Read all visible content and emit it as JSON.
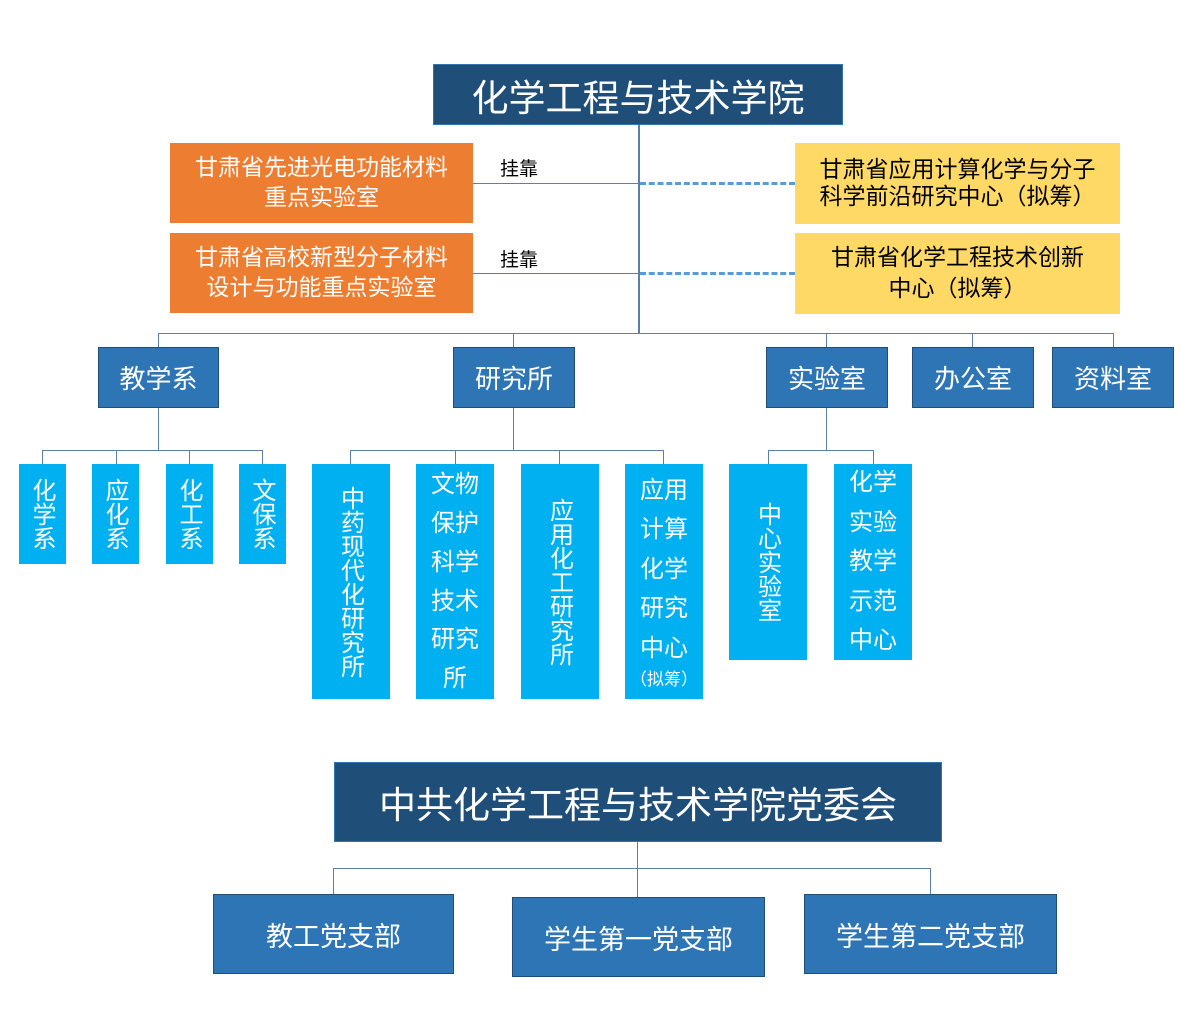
{
  "college": {
    "title": "化学工程与技术学院"
  },
  "affiliated_labs": [
    {
      "lines": [
        "甘肃省先进光电功能材料",
        "重点实验室"
      ],
      "relation": "挂靠"
    },
    {
      "lines": [
        "甘肃省高校新型分子材料",
        "设计与功能重点实验室"
      ],
      "relation": "挂靠"
    }
  ],
  "planned_centers": [
    {
      "lines": [
        "甘肃省应用计算化学与分子",
        "科学前沿研究中心（拟筹）"
      ]
    },
    {
      "lines": [
        "甘肃省化学工程技术创新",
        "中心（拟筹）"
      ]
    }
  ],
  "departments": [
    {
      "label": "教学系",
      "children": [
        "化学系",
        "应化系",
        "化工系",
        "文保系"
      ]
    },
    {
      "label": "研究所",
      "children": [
        "中药现代化研究所",
        "文物保护科学技术研究所",
        "应用化工研究所",
        "应用计算化学研究中心（拟筹）"
      ]
    },
    {
      "label": "实验室",
      "children": [
        "中心实验室",
        "化学实验教学示范中心"
      ]
    },
    {
      "label": "办公室",
      "children": []
    },
    {
      "label": "资料室",
      "children": []
    }
  ],
  "research_children_display": {
    "wenbao": [
      "文物",
      "保护",
      "科学",
      "技术",
      "研究",
      "所"
    ],
    "jisuan": [
      "应用",
      "计算",
      "化学",
      "研究",
      "中心"
    ],
    "jisuan_note": "（拟筹）",
    "shifan": [
      "化学",
      "实验",
      "教学",
      "示范",
      "中心"
    ]
  },
  "party": {
    "title": "中共化学工程与技术学院党委会",
    "branches": [
      "教工党支部",
      "学生第一党支部",
      "学生第二党支部"
    ]
  },
  "colors": {
    "dark_blue": "#1f4e79",
    "mid_blue": "#2e75b6",
    "cyan": "#00b0f0",
    "orange": "#ed7d31",
    "yellow": "#ffd966"
  }
}
